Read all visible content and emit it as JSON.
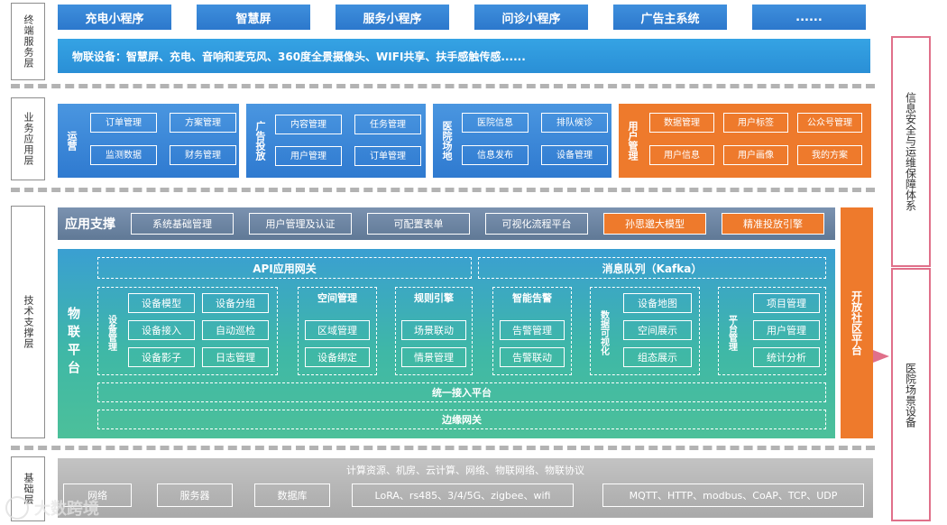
{
  "layers": {
    "terminal": "终端服务层",
    "business": "业务应用层",
    "tech": "技术支撑层",
    "base": "基础层"
  },
  "terminal": {
    "apps": [
      "充电小程序",
      "智慧屏",
      "服务小程序",
      "问诊小程序",
      "广告主系统",
      "......"
    ],
    "iot_devices": "物联设备：智慧屏、充电、音响和麦克风、360度全景摄像头、WIFI共享、扶手感触传感......"
  },
  "business": {
    "ops": {
      "title": "运营",
      "items": [
        "订单管理",
        "方案管理",
        "监测数据",
        "财务管理"
      ]
    },
    "ads": {
      "title": "广告投放",
      "items": [
        "内容管理",
        "任务管理",
        "用户管理",
        "订单管理"
      ]
    },
    "hospital": {
      "title": "医院场地",
      "items": [
        "医院信息",
        "排队候诊",
        "信息发布",
        "设备管理"
      ]
    },
    "users": {
      "title": "用户管理",
      "items": [
        "数据管理",
        "用户标签",
        "公众号管理",
        "用户信息",
        "用户画像",
        "我的方案"
      ]
    }
  },
  "app_support": {
    "title": "应用支撑",
    "items": [
      "系统基础管理",
      "用户管理及认证",
      "可配置表单",
      "可视化流程平台"
    ],
    "orange_items": [
      "孙思邈大模型",
      "精准投放引擎"
    ]
  },
  "iot": {
    "title": "物联平台",
    "api_gateway": "API应用网关",
    "mq": "消息队列（Kafka）",
    "device_mgmt": {
      "title": "设备管理",
      "items": [
        "设备模型",
        "设备分组",
        "设备接入",
        "自动巡检",
        "设备影子",
        "日志管理"
      ]
    },
    "space_mgmt": {
      "title": "空间管理",
      "items": [
        "区域管理",
        "设备绑定"
      ]
    },
    "rule_engine": {
      "title": "规则引擎",
      "items": [
        "场景联动",
        "情景管理"
      ]
    },
    "alarm": {
      "title": "智能告警",
      "items": [
        "告警管理",
        "告警联动"
      ]
    },
    "dataviz": {
      "title": "数据可视化",
      "items": [
        "设备地图",
        "空间展示",
        "组态展示"
      ]
    },
    "platform": {
      "title": "平台管理",
      "items": [
        "项目管理",
        "用户管理",
        "统计分析"
      ]
    },
    "unified_access": "统一接入平台",
    "edge_gateway": "边缘网关"
  },
  "open_platform": "开放社区平台",
  "right": {
    "security": "信息安全与运维保障体系",
    "hospital_devices": "医院场景设备"
  },
  "base": {
    "subtitle": "计算资源、机房、云计算、网络、物联网络、物联协议",
    "items": [
      "网络",
      "服务器",
      "数据库",
      "LoRA、rs485、3/4/5G、zigbee、wifi",
      "MQTT、HTTP、modbus、CoAP、TCP、UDP"
    ]
  },
  "watermark": "大数跨境",
  "colors": {
    "blue": "#2f7ad0",
    "orange": "#ee7a2c",
    "teal": "#3fb3a3",
    "pink_border": "#e0708a",
    "grey": "#bdbdbd"
  }
}
